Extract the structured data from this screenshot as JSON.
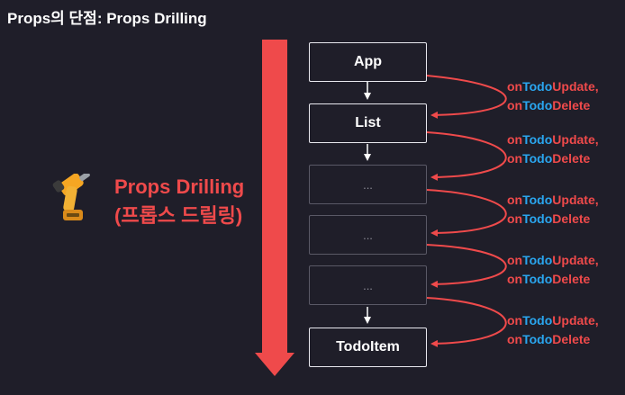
{
  "title": "Props의 단점: Props Drilling",
  "drilling": {
    "line1": "Props Drilling",
    "line2": "(프롭스 드릴링)"
  },
  "nodes": [
    "App",
    "List",
    "...",
    "...",
    "...",
    "TodoItem"
  ],
  "props": {
    "prefix": "on",
    "highlight": "Todo",
    "update_suffix": "Update,",
    "delete_suffix": "Delete"
  },
  "colors": {
    "background": "#1f1e29",
    "accent_red": "#ef4a4b",
    "highlight_blue": "#2aa6ef",
    "node_border": "#e8e8ee",
    "placeholder_border": "#5a5966"
  }
}
